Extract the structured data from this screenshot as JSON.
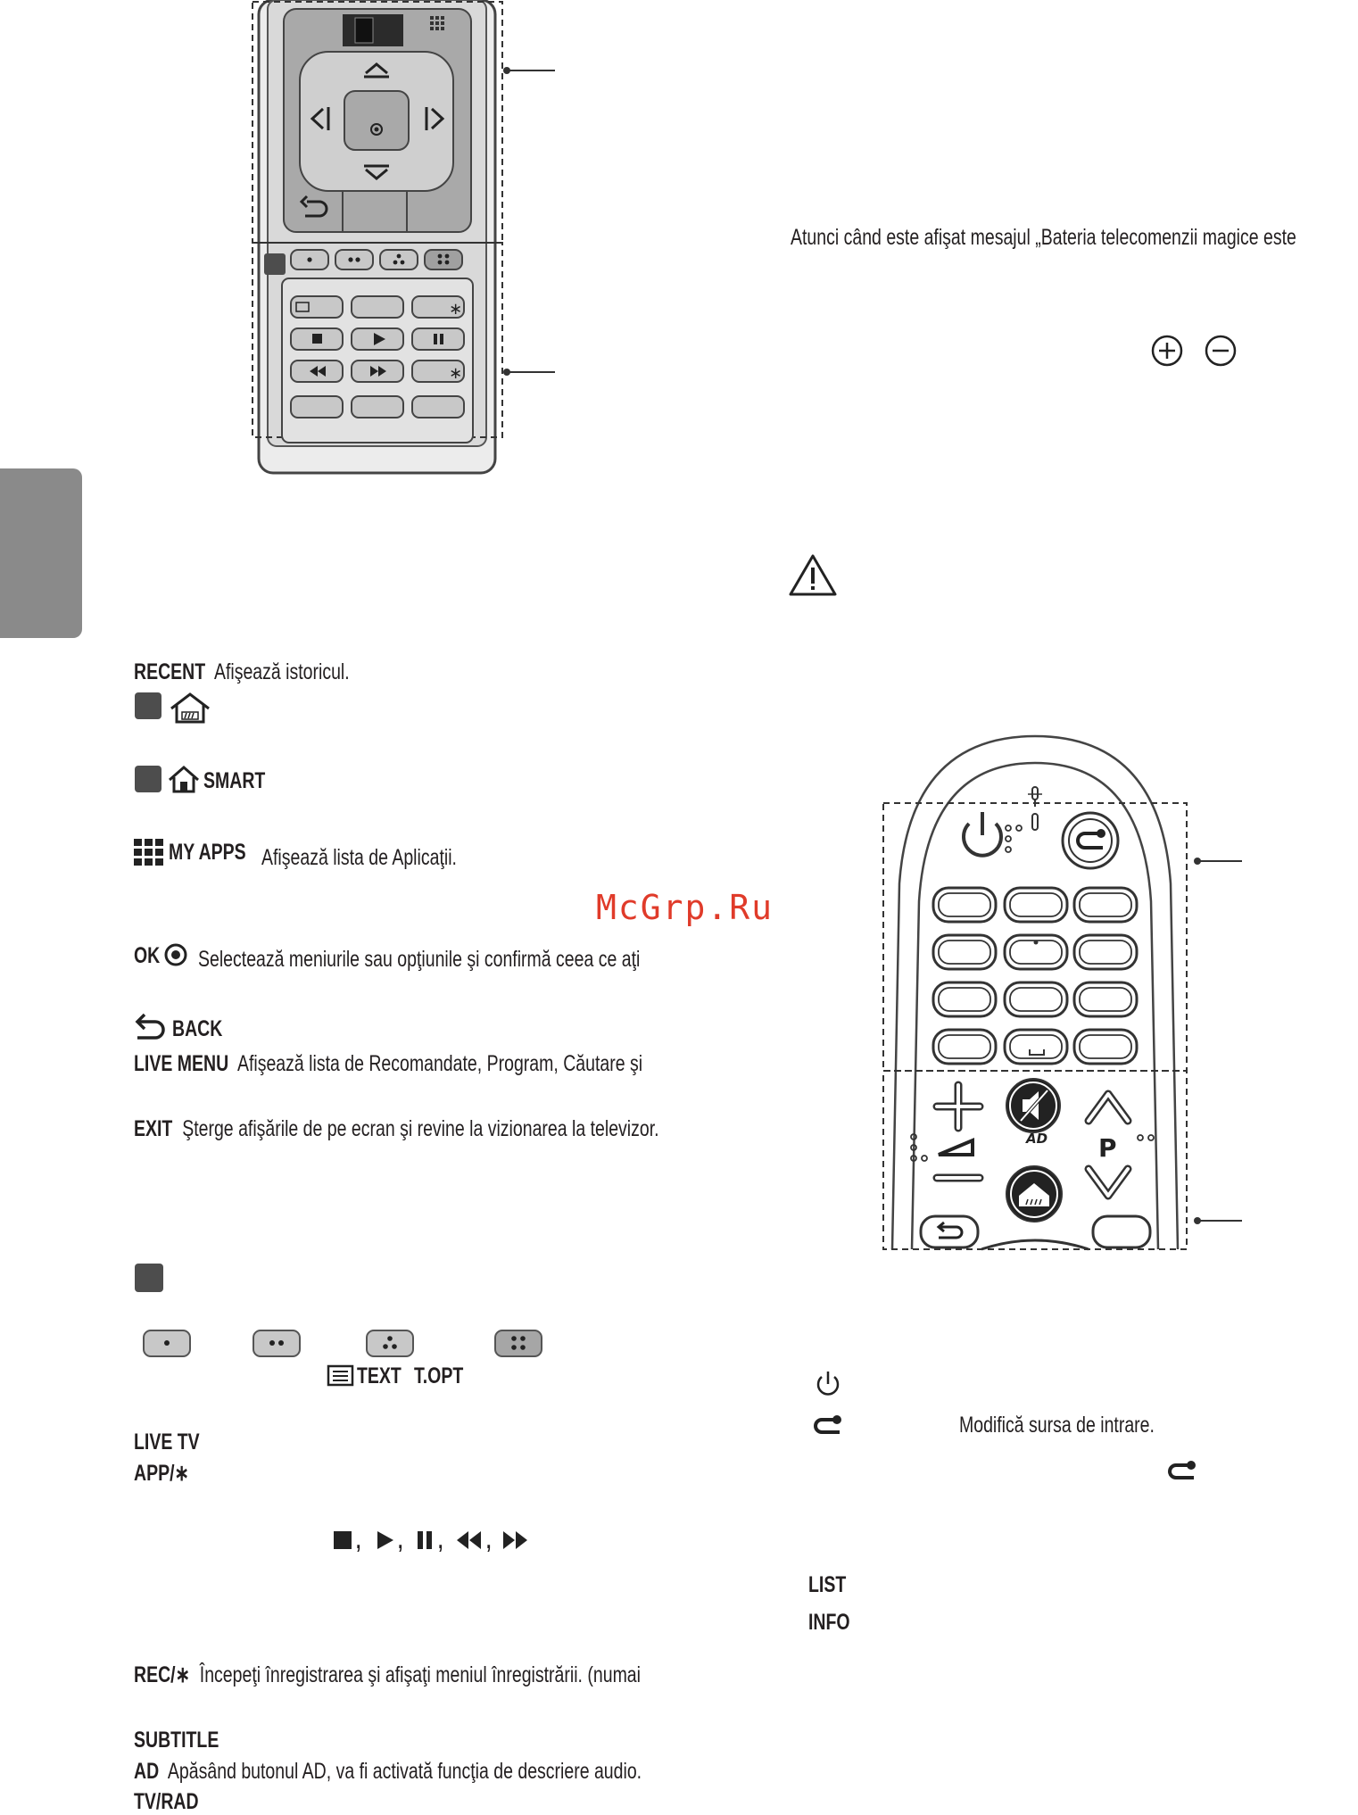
{
  "sidebar": {
    "tab_color": "#8a8a8a"
  },
  "watermark": "McGrp.Ru",
  "left_col": {
    "recent": {
      "key": "RECENT",
      "desc": "Afişează istoricul."
    },
    "smart": {
      "key": "SMART"
    },
    "my_apps": {
      "key": "MY APPS",
      "desc": "Afişează lista de Aplicaţii."
    },
    "ok": {
      "key": "OK",
      "desc": "Selectează meniurile sau opţiunile şi confirmă ceea ce aţi"
    },
    "back": {
      "key": "BACK"
    },
    "live_menu": {
      "key": "LIVE MENU",
      "desc": "Afişează lista de Recomandate, Program, Căutare şi"
    },
    "exit": {
      "key": "EXIT",
      "desc": "Şterge afişările de pe ecran şi revine la vizionarea la televizor."
    },
    "text_key": "TEXT",
    "topt_key": "T.OPT",
    "live_tv": "LIVE TV",
    "app": "APP/∗",
    "playback_sep": ",",
    "rec": {
      "key": "REC/∗",
      "desc": "Începeţi înregistrarea şi afişaţi meniul înregistrării. (numai"
    },
    "subtitle": "SUBTITLE",
    "ad": {
      "key": "AD",
      "desc": "Apăsând butonul AD, va fi activată funcţia de descriere audio."
    },
    "tv_rad": "TV/RAD"
  },
  "right_col": {
    "battery_msg": "Atunci când este afişat mesajul „Bateria telecomenzii magice este",
    "input_desc": "Modifică sursa de intrare.",
    "list": "LIST",
    "info": "INFO"
  },
  "remote_magic": {
    "ad_label": "AD",
    "p_label": "P"
  }
}
